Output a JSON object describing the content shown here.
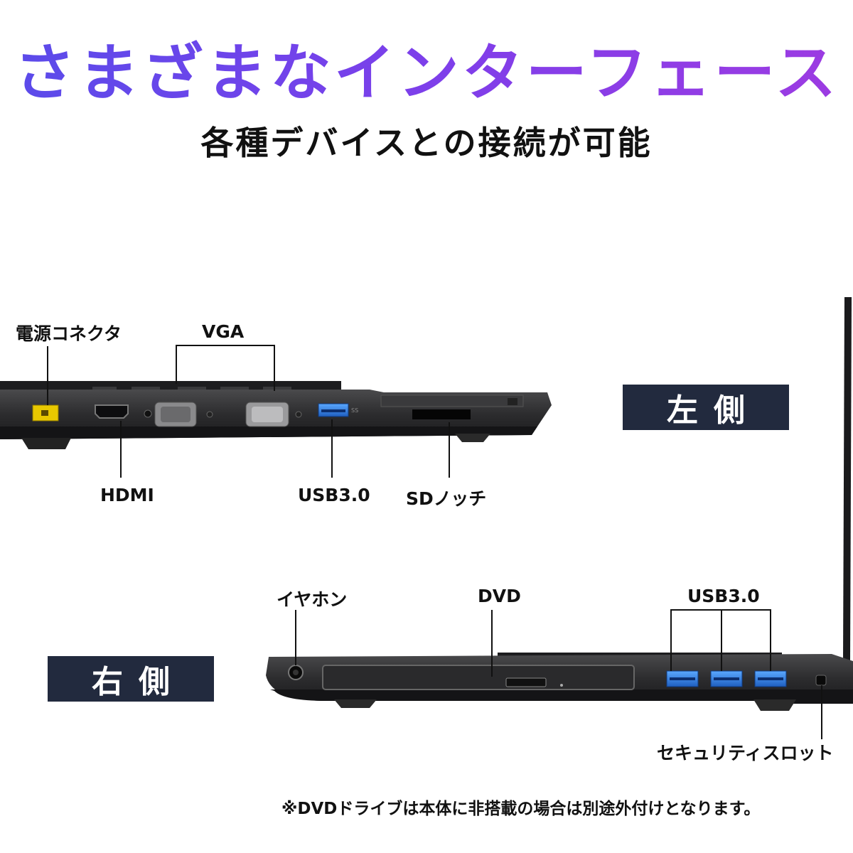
{
  "header": {
    "title": "さまざまなインターフェース",
    "subtitle": "各種デバイスとの接続が可能"
  },
  "left_side": {
    "badge": "左側",
    "labels": {
      "power": "電源コネクタ",
      "vga": "VGA",
      "hdmi": "HDMI",
      "usb": "USB3.0",
      "sd": "SDノッチ"
    }
  },
  "right_side": {
    "badge": "右側",
    "labels": {
      "earphone": "イヤホン",
      "dvd": "DVD",
      "usb": "USB3.0",
      "security": "セキュリティスロット"
    }
  },
  "note": "※DVDドライブは本体に非搭載の場合は別途外付けとなります。",
  "colors": {
    "title_gradient_start": "#5b4bea",
    "title_gradient_end": "#9c3be2",
    "badge_bg": "#222a3e",
    "usb_blue": "#2f7fe0",
    "power_yellow": "#e8c800"
  }
}
